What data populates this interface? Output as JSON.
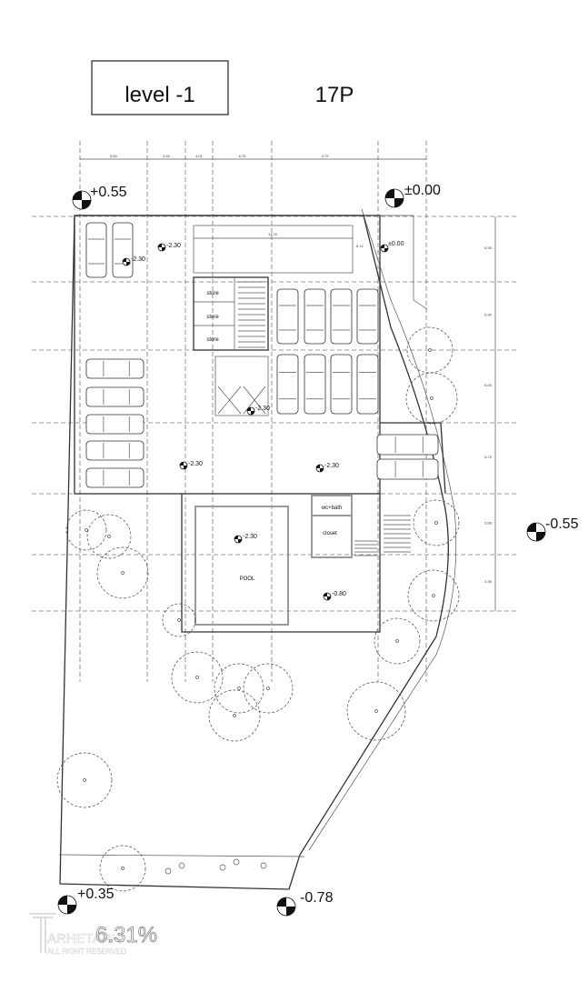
{
  "title": {
    "level": "level -1",
    "code": "17P"
  },
  "dimensions": {
    "top": [
      "5.50",
      "3.20",
      "4.01",
      "6.70",
      "3.72"
    ],
    "right": [
      "6.30",
      "6.90",
      "6.00",
      "6.70",
      "5.60",
      "4.90"
    ],
    "ramp": "13.70",
    "ramp_small": "6.12"
  },
  "elevations": {
    "top_left": "+0.55",
    "top_right": "±0.00",
    "right": "-0.55",
    "bottom_left": "+0.35",
    "bottom_mid": "-0.78",
    "entry": "±0.00",
    "parking_1": "-2.30",
    "parking_2": "-2.30",
    "stair": "-2.30",
    "parking_3": "-2.30",
    "parking_4": "-2.30",
    "pool": "-2.30",
    "terrace": "-0.80"
  },
  "rooms": {
    "store_1": "store",
    "store_2": "store",
    "store_3": "store",
    "wc": "wc+bath",
    "closet": "closet",
    "pool": "POOL"
  },
  "watermark": {
    "brand": "ARHETARH",
    "rights": "ALL RIGHT RESERVED",
    "progress": "6.31%"
  }
}
